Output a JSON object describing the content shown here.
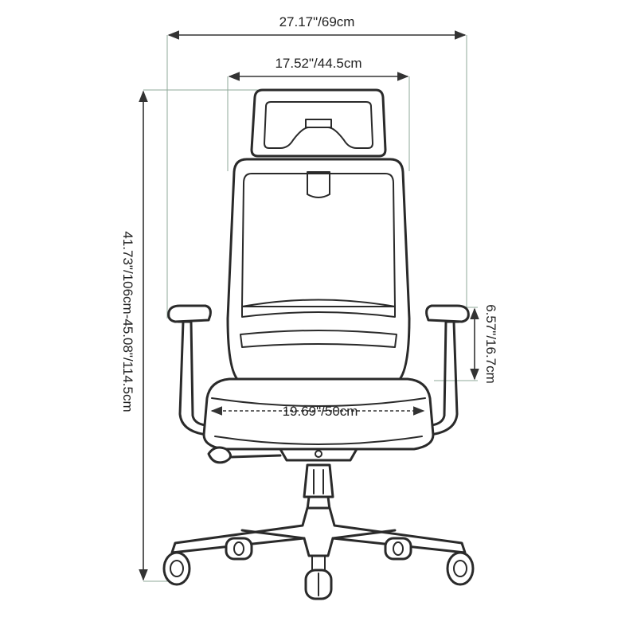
{
  "dimensions": {
    "overall_width": "27.17\"/69cm",
    "backrest_width": "17.52\"/44.5cm",
    "overall_height": "41.73\"/106cm-45.08\"/114.5cm",
    "armrest_adjust": "6.57\"/16.7cm",
    "seat_width": "19.69\"/50cm"
  },
  "colors": {
    "line": "#2a2a2a",
    "extension": "#8fa89a",
    "background": "#ffffff"
  }
}
